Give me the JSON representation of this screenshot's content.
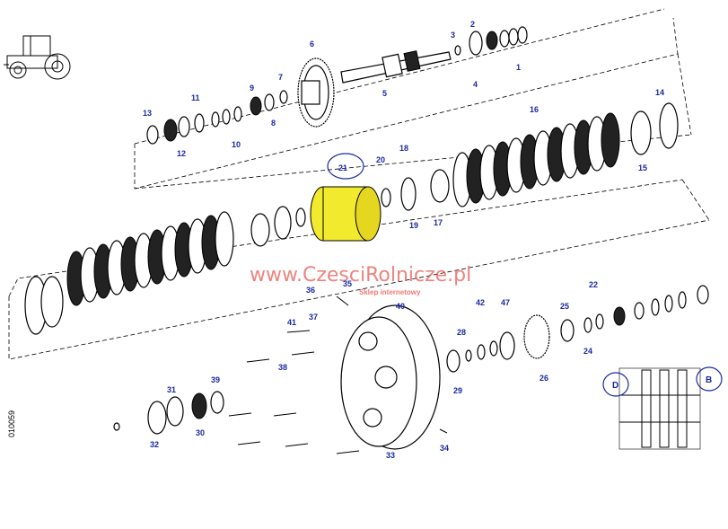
{
  "drawing_code": "010059",
  "watermark": {
    "site": "www.CzesciRolnicze.pl",
    "tagline": "Sklep internetowy"
  },
  "inset_markers": [
    "D",
    "B"
  ],
  "colors": {
    "label": "#1a2aa0",
    "watermark": "#e85a55",
    "highlight_circle": "#1a2aa0",
    "highlight_fill": "#f2ea2c"
  },
  "icons": [
    "tractor-icon",
    "inset-gearbox-diagram"
  ],
  "callouts": [
    "1",
    "2",
    "3",
    "4",
    "5",
    "6",
    "7",
    "8",
    "9",
    "10",
    "11",
    "12",
    "13",
    "14",
    "15",
    "16",
    "17",
    "18",
    "19",
    "20",
    "21",
    "22",
    "24",
    "25",
    "26",
    "28",
    "29",
    "30",
    "31",
    "32",
    "33",
    "34",
    "35",
    "36",
    "37",
    "38",
    "39",
    "40",
    "41",
    "42",
    "47"
  ]
}
